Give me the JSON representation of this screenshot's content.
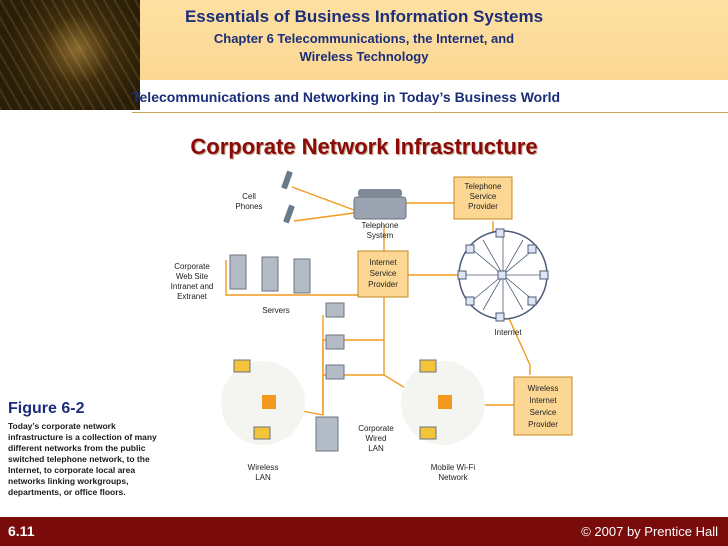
{
  "header": {
    "title": "Essentials of Business Information Systems",
    "subtitle_line1": "Chapter 6 Telecommunications, the Internet, and",
    "subtitle_line2": "Wireless Technology"
  },
  "section_title": "Telecommunications and Networking in Today’s Business World",
  "slide_title": "Corporate Network Infrastructure",
  "diagram": {
    "cell_phones": [
      "Cell",
      "Phones"
    ],
    "telephone_system": [
      "Telephone",
      "System"
    ],
    "telephone_service_provider": [
      "Telephone",
      "Service",
      "Provider"
    ],
    "corporate_web_site": [
      "Corporate",
      "Web Site",
      "Intranet and",
      "Extranet"
    ],
    "servers": "Servers",
    "internet_service_provider": [
      "Internet",
      "Service",
      "Provider"
    ],
    "internet": "Internet",
    "wireless_isp": [
      "Wireless",
      "Internet",
      "Service",
      "Provider"
    ],
    "corporate_wired_lan": [
      "Corporate",
      "Wired",
      "LAN"
    ],
    "wireless_lan": [
      "Wireless",
      "LAN"
    ],
    "mobile_wifi_network": [
      "Mobile Wi-Fi",
      "Network"
    ]
  },
  "figure": {
    "label": "Figure 6-2",
    "caption": "Today’s corporate network infrastructure is a collection of many different networks from the public switched telephone network, to the Internet, to corporate local area networks linking workgroups, departments, or office floors."
  },
  "footer": {
    "slide_number": "6.11",
    "copyright": "© 2007 by Prentice Hall"
  },
  "colors": {
    "header_bg": "#fcd794",
    "title_blue": "#1b2e7a",
    "slide_title_red": "#8b0b0b",
    "footer_bg": "#7a0b0b",
    "provider_box": "#fcd794",
    "node_orange": "#f29a1d"
  }
}
